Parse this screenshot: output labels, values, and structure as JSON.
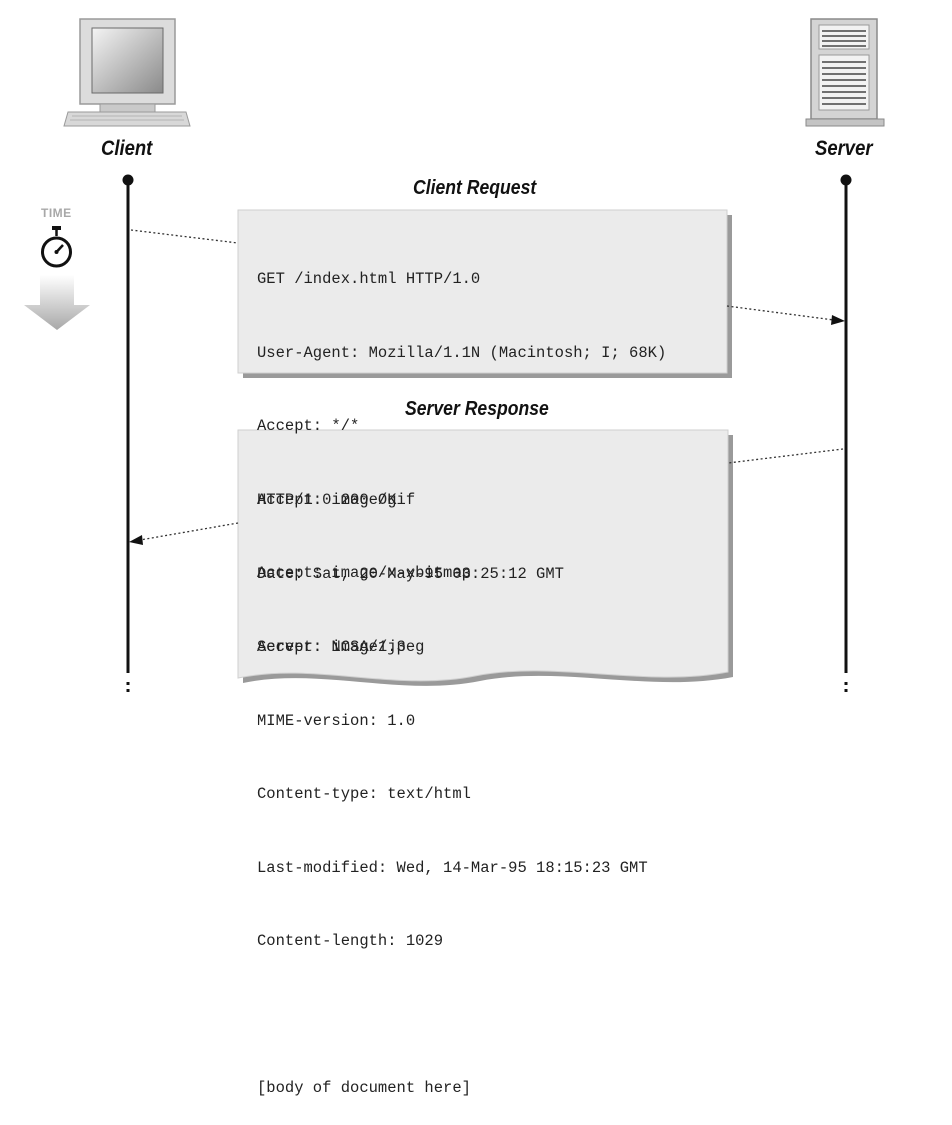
{
  "actors": {
    "client": "Client",
    "server": "Server"
  },
  "time_label": "TIME",
  "request": {
    "title": "Client Request",
    "lines": [
      "GET /index.html HTTP/1.0",
      "User-Agent: Mozilla/1.1N (Macintosh; I; 68K)",
      "Accept: */*",
      "Accept: image/gif",
      "Accept: image/x-xbitmap",
      "Accept: image/jpeg"
    ]
  },
  "response": {
    "title": "Server Response",
    "lines": [
      "HTTP/1.0 200 OK",
      "Date: Sat, 20-May-95 03:25:12 GMT",
      "Server: NCSA/1.3",
      "MIME-version: 1.0",
      "Content-type: text/html",
      "Last-modified: Wed, 14-Mar-95 18:15:23 GMT",
      "Content-length: 1029",
      "",
      "[body of document here]"
    ]
  },
  "icons": [
    "computer-icon",
    "server-icon",
    "stopwatch-icon",
    "time-arrow-icon"
  ]
}
